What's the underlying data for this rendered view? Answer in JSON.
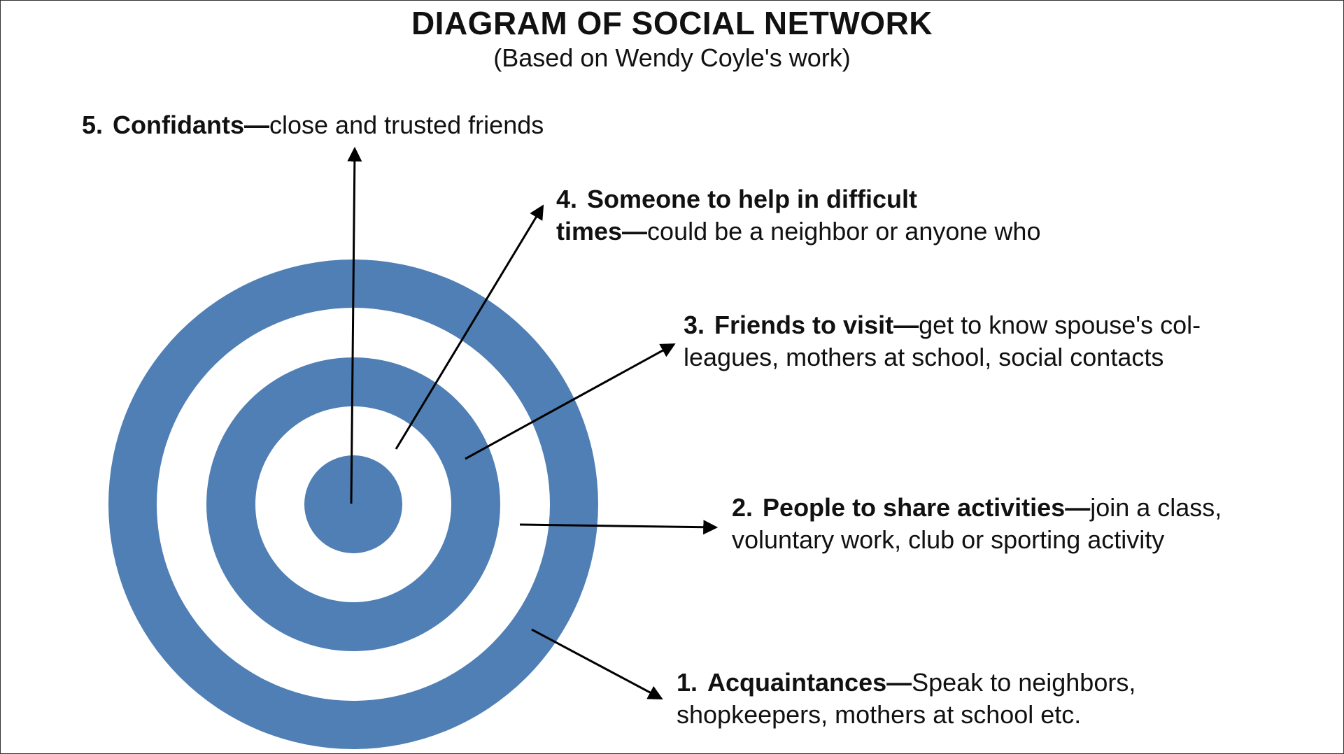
{
  "title": "DIAGRAM OF SOCIAL NETWORK",
  "subtitle": "(Based on Wendy Coyle's work)",
  "colors": {
    "ring": "#4f7fb4",
    "background": "#ffffff",
    "text": "#111111",
    "arrow": "#000000"
  },
  "levels": [
    {
      "number": "1.",
      "heading": "Acquaintances—",
      "line1": "Speak to neighbors,",
      "line2": "shopkeepers, mothers at school etc."
    },
    {
      "number": "2.",
      "heading": "People to share activities—",
      "line1": "join a class,",
      "line2": "voluntary work, club or sporting activity"
    },
    {
      "number": "3.",
      "heading": "Friends to visit—",
      "line1": "get to know spouse's col-",
      "line2": "leagues, mothers at school, social contacts"
    },
    {
      "number": "4.",
      "heading": "Someone to help in difficult",
      "heading2": "times—",
      "line2": "could be a neighbor or anyone who"
    },
    {
      "number": "5.",
      "heading": "Confidants—",
      "line1": "close and trusted friends"
    }
  ]
}
